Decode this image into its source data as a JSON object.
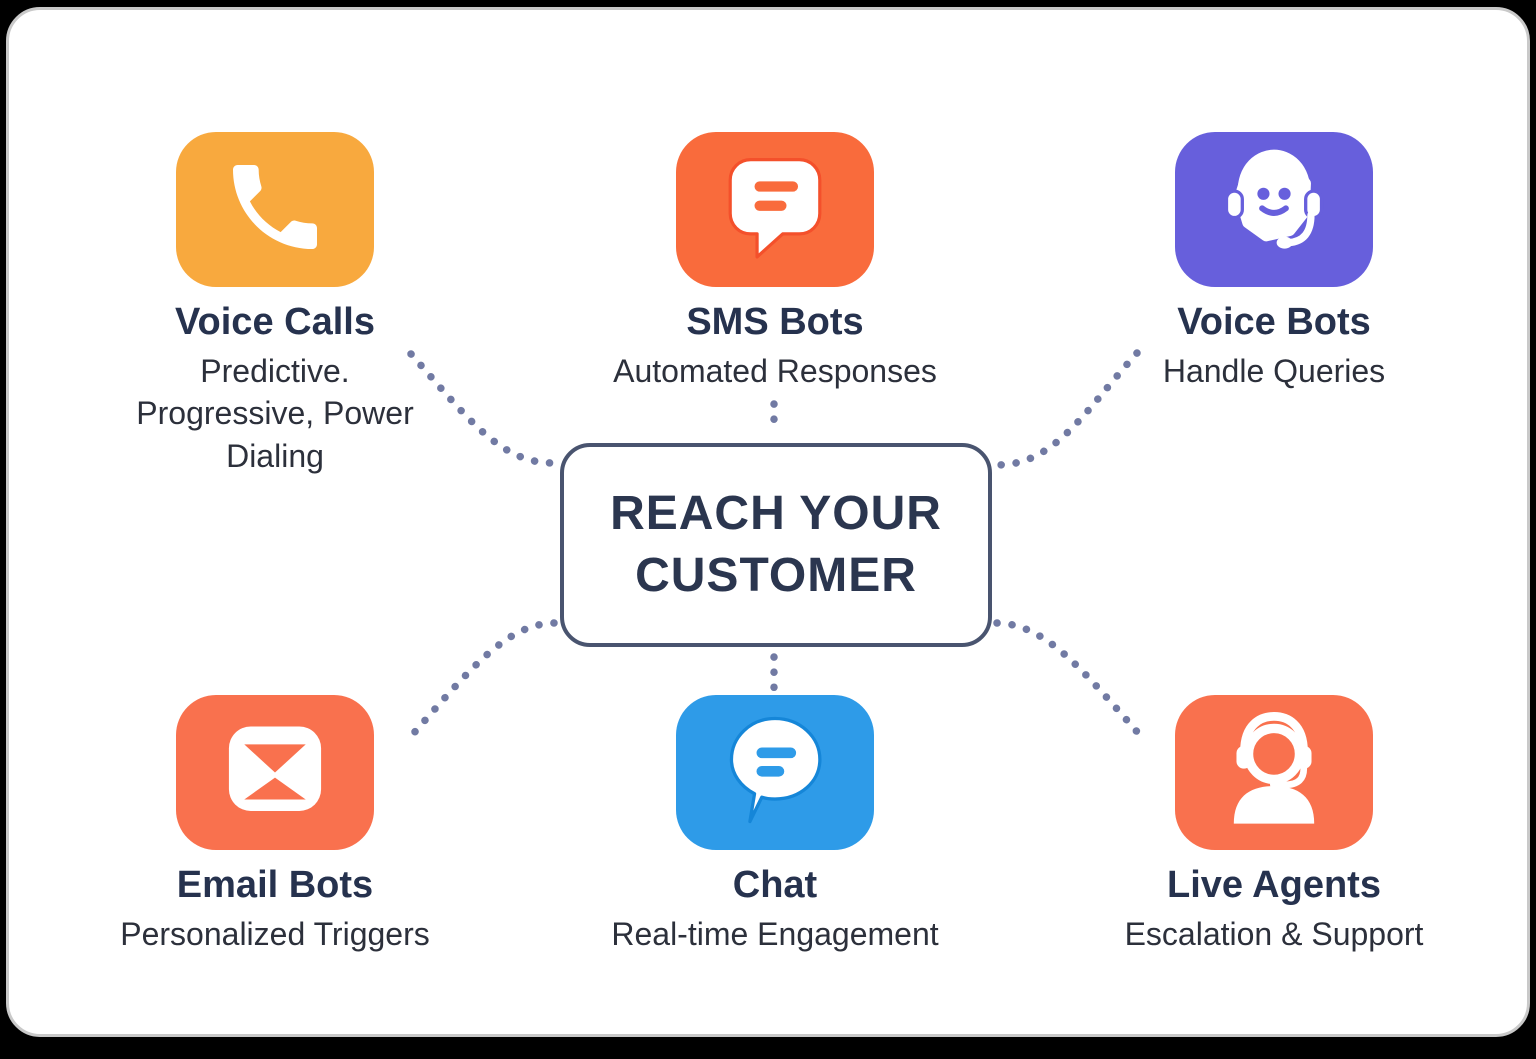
{
  "frame": {
    "outer_bg": "#000000",
    "card_bg": "#ffffff",
    "card_border": "#c9c9c9"
  },
  "center": {
    "title": "REACH YOUR CUSTOMER",
    "bg": "#ffffff",
    "border_color": "#49546f",
    "text_color": "#2b364f"
  },
  "connectors": {
    "color": "#5d6896",
    "style": "dotted"
  },
  "text_colors": {
    "title": "#26324e",
    "subtitle": "#2c303b"
  },
  "nodes": [
    {
      "label": "Voice Calls",
      "description": "Predictive. Progressive, Power Dialing",
      "icon": "phone-icon",
      "tile_color": "#f8a93e",
      "accent": "#f29e2f"
    },
    {
      "label": "SMS Bots",
      "description": "Automated Responses",
      "icon": "sms-bubble-icon",
      "tile_color": "#f96b3c",
      "accent": "#f4502b"
    },
    {
      "label": "Voice Bots",
      "description": "Handle Queries",
      "icon": "bot-headset-icon",
      "tile_color": "#675fdc",
      "accent": "#5a55e0"
    },
    {
      "label": "Email Bots",
      "description": "Personalized Triggers",
      "icon": "email-envelope-icon",
      "tile_color": "#f9714e",
      "accent": "#f4512f"
    },
    {
      "label": "Chat",
      "description": "Real-time Engagement",
      "icon": "chat-bubble-icon",
      "tile_color": "#2e9be8",
      "accent": "#1586d8"
    },
    {
      "label": "Live Agents",
      "description": "Escalation & Support",
      "icon": "agent-headset-icon",
      "tile_color": "#f9714e",
      "accent": "#f4512f"
    }
  ]
}
